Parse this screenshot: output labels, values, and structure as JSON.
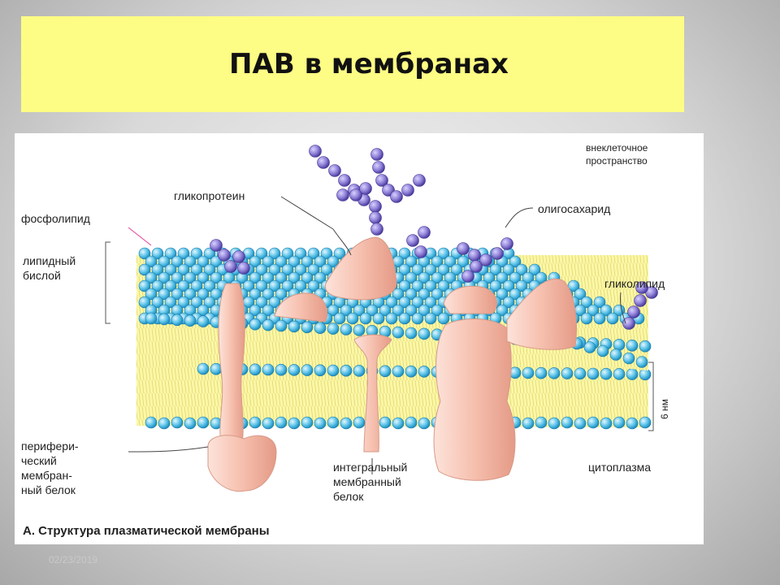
{
  "slide": {
    "title": "ПАВ в мембранах",
    "date": "02/23/2019"
  },
  "figure": {
    "labels": {
      "extracellular": [
        "внеклеточное",
        "пространство"
      ],
      "glycoprotein": "гликопротеин",
      "oligosaccharide": "олигосахарид",
      "phospholipid": "фосфолипид",
      "lipid_bilayer": [
        "липидный",
        "бислой"
      ],
      "glycolipid": "гликолипид",
      "thickness": "6 нм",
      "peripheral_protein": [
        "перифери-",
        "ческий",
        "мембран-",
        "ный белок"
      ],
      "integral_protein": [
        "интегральный",
        "мембранный",
        "белок"
      ],
      "cytoplasm": "цитоплазма"
    },
    "caption": "А. Структура плазматической мембраны",
    "colors": {
      "lipid_head": "#5bc3e8",
      "lipid_tail_band": "#fbf7a8",
      "protein": "#f6bfae",
      "sugar": "#8e7fd6",
      "title_bg": "#fdfc84"
    }
  }
}
